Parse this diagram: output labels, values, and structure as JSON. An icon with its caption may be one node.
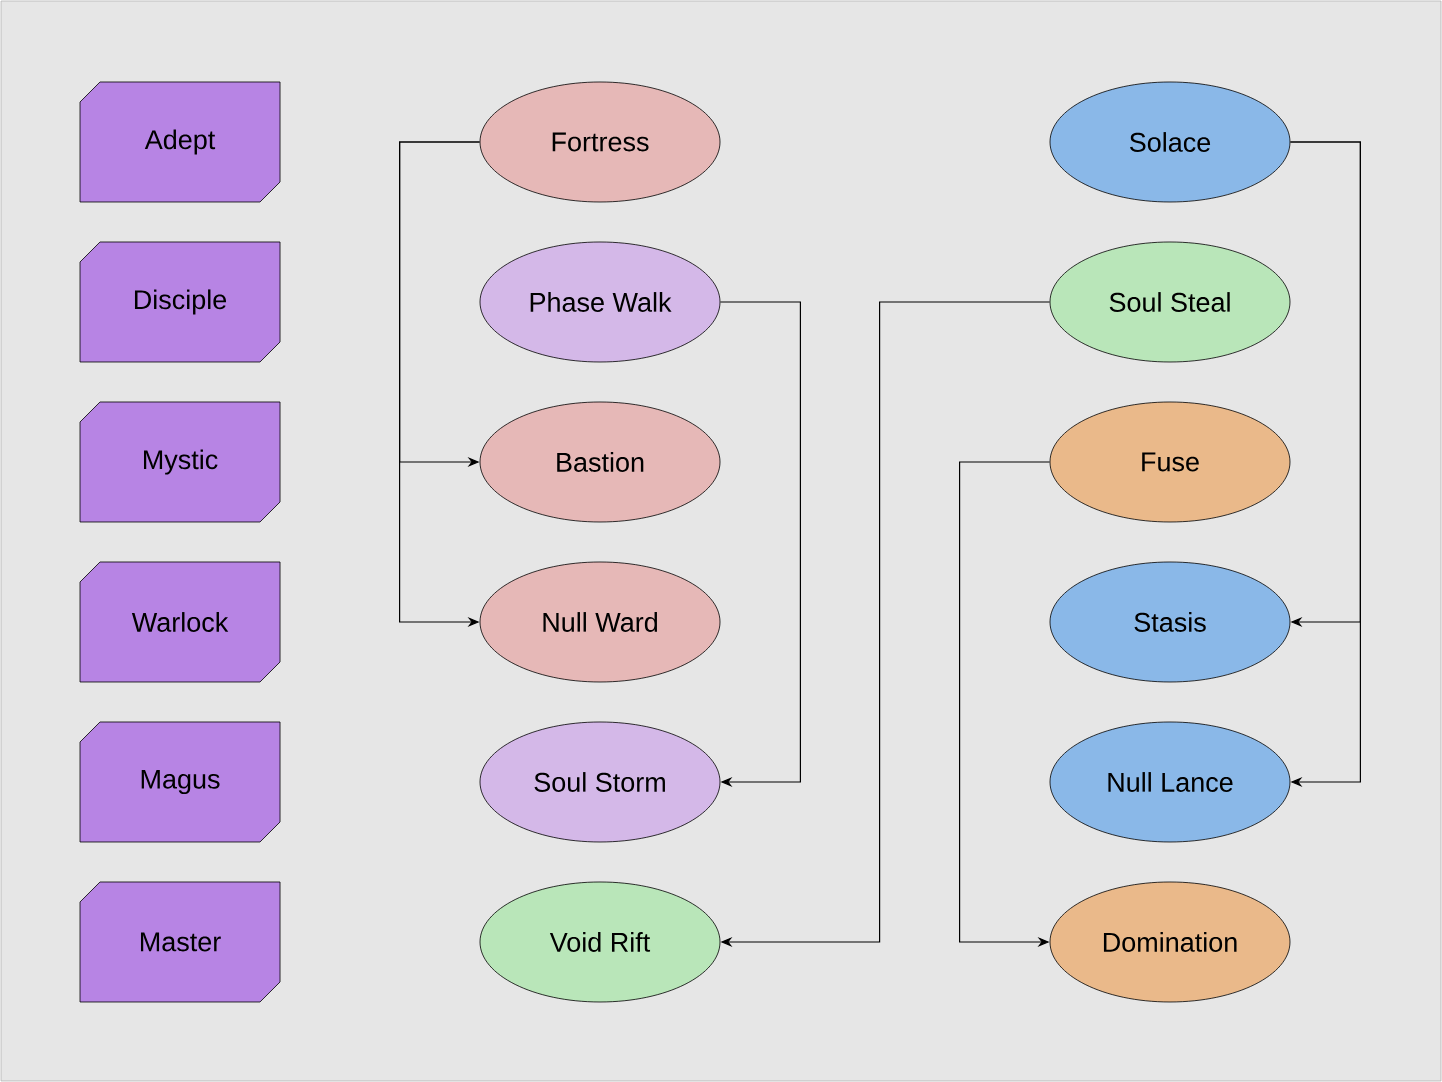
{
  "diagram": {
    "nodes": [
      {
        "text": [
          "Adept"
        ]
      },
      {
        "text": [
          "Disciple"
        ]
      },
      {
        "text": [
          "Mystic"
        ]
      },
      {
        "text": [
          "Warlock"
        ]
      },
      {
        "text": [
          "Magus"
        ]
      },
      {
        "text": [
          "Master"
        ]
      },
      {
        "text": [
          "Fortress"
        ]
      },
      {
        "text": [
          "Phase Walk"
        ]
      },
      {
        "text": [
          "Bastion"
        ]
      },
      {
        "text": [
          "Null Ward"
        ]
      },
      {
        "text": [
          "Soul Storm"
        ]
      },
      {
        "text": [
          "Void Rift"
        ]
      },
      {
        "text": [
          "Solace"
        ]
      },
      {
        "text": [
          "Soul Steal"
        ]
      },
      {
        "text": [
          "Fuse"
        ]
      },
      {
        "text": [
          "Stasis"
        ]
      },
      {
        "text": [
          "Null Lance"
        ]
      },
      {
        "text": [
          "Domination"
        ]
      }
    ],
    "edges": [
      {
        "from": 6,
        "to": 8,
        "arrow": "to"
      },
      {
        "from": 6,
        "to": 9,
        "arrow": "to"
      },
      {
        "from": 7,
        "to": 10,
        "arrow": "to"
      },
      {
        "from": 13,
        "to": 11,
        "arrow": "to"
      },
      {
        "from": 14,
        "to": 17,
        "arrow": "to"
      },
      {
        "from": 12,
        "to": 15,
        "arrow": "to"
      },
      {
        "from": 12,
        "to": 16,
        "arrow": "to"
      }
    ]
  }
}
